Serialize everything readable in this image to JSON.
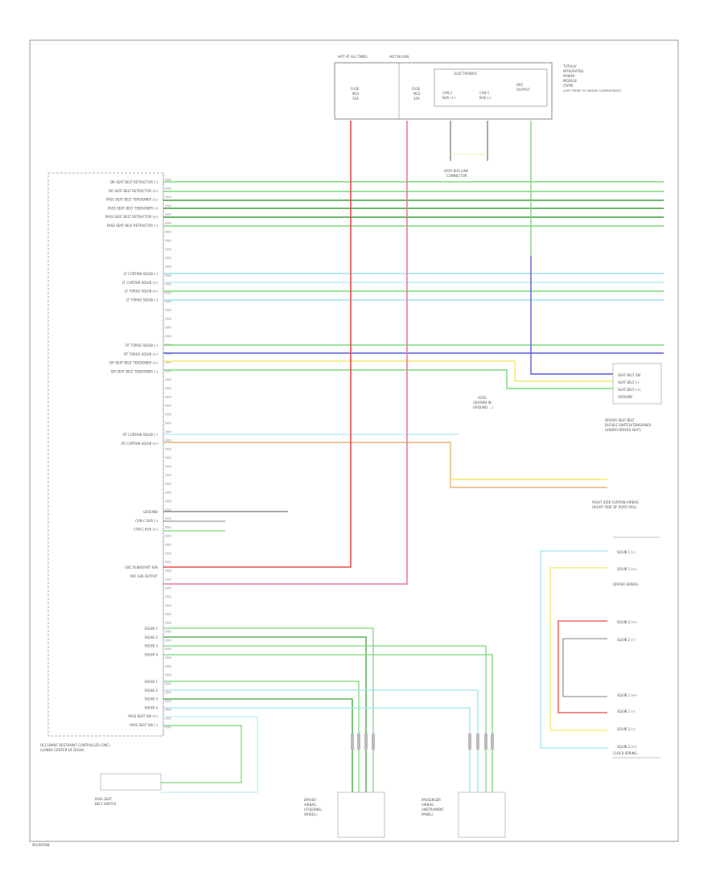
{
  "diagram": {
    "figure_id": "W100588",
    "top_module": {
      "label_lines": [
        "TOTALLY",
        "INTEGRATED",
        "POWER",
        "MODULE",
        "(TIPM)",
        "(LEFT FRONT OF ENGINE COMPARTMENT)"
      ],
      "hot_labels": [
        "HOT AT ALL TIMES",
        "HOT IN RUN"
      ],
      "electronics": "ELECTRONICS",
      "fuse_left": [
        "FUSE",
        "M21",
        "10A"
      ],
      "fuse_right": [
        "FUSE",
        "M12",
        "10A"
      ],
      "sub_left": [
        "CAN C",
        "BUS (+)"
      ],
      "sub_mid": [
        "CAN C",
        "BUS (-)"
      ],
      "sub_right": [
        "ORC",
        "OUTPUT"
      ],
      "connector_note": [
        "DATA BUS LINK",
        "CONNECTOR"
      ]
    },
    "orc": {
      "label_lines": [
        "OCCUPANT RESTRAINT CONTROLLER (ORC)",
        "(LOWER CENTER OF DASH)"
      ],
      "pin_groups": [
        [
          "DR SEAT BELT RETRACTOR (-)",
          "DR SEAT BELT RETRACTOR (+)",
          "PASS SEAT BELT TENSIONER (+)",
          "PASS SEAT BELT TENSIONER (-)",
          "PASS SEAT BELT RETRACTOR (+)",
          "PASS SEAT BELT RETRACTOR (-)"
        ],
        [
          "LT CURTAIN SQUIB (-)",
          "LT CURTAIN SQUIB (+)",
          "LT TORSO SQUIB (+)",
          "LT TORSO SQUIB (-)"
        ],
        [
          "RT TORSO SQUIB (-)",
          "RT TORSO SQUIB (+)",
          "DR SEAT BELT TENSIONER (+)",
          "DR SEAT BELT TENSIONER (-)"
        ],
        [
          "RT CURTAIN SQUIB (-)",
          "RT CURTAIN SQUIB (+)"
        ],
        [
          "GROUND",
          "CAN C BUS (-)",
          "CAN C BUS (+)"
        ],
        [
          "ORC RUN/START IGN",
          "ORC IGN OUTPUT"
        ],
        [
          "SQUIB 1",
          "SQUIB 2",
          "SQUIB 3",
          "SQUIB 4"
        ],
        [
          "SQUIB 1",
          "SQUIB 2",
          "SQUIB 3",
          "SQUIB 4",
          "PASS SEAT SW (+)",
          "PASS SEAT SW (-)"
        ]
      ]
    },
    "right_labels": {
      "seat_belt_switch": [
        "DRIVER SEAT BELT",
        "BUCKLE SWITCH/TENSIONER",
        "(UNDER DRIVER SEAT)"
      ],
      "seat_belt_pins": [
        "SEAT BELT SW",
        "SEAT BELT (-)",
        "SEAT BELT (+)",
        "GROUND"
      ],
      "ground_note": [
        "G200",
        "(SHOWN IN",
        "GROUND ...)"
      ],
      "curtain_airbag": [
        "RIGHT SIDE CURTAIN AIRBAG",
        "(RIGHT SIDE OF ROOF RAIL)"
      ],
      "clock_spring": "CLOCK SPRING",
      "driver_airbag": "DRIVER AIRBAG",
      "squib_lines": [
        "SQUIB 1 (-)",
        "SQUIB 1 (+)",
        "SQUIB 2 (+)",
        "SQUIB 2 (-)",
        "SQUIB 1 (+)",
        "SQUIB 1 (-)",
        "SQUIB 2 (-)",
        "SQUIB 2 (+)"
      ]
    },
    "bottom_labels": {
      "pass_seat": [
        "PASS SEAT",
        "BELT SWITCH"
      ],
      "left_module": [
        "DRIVER",
        "AIRBAG",
        "(STEERING",
        "WHEEL)"
      ],
      "right_module": [
        "PASSENGER",
        "AIRBAG",
        "(INSTRUMENT",
        "PANEL)"
      ]
    },
    "colors": {
      "lt_green_white": "#7cd87c",
      "lt_green_dk_green": "#3ca23c",
      "lt_blue": "#9fe3ef",
      "lt_blue_white": "#b9eef6",
      "dk_blue": "#5a5ad8",
      "red": "#e34b4b",
      "pink": "#e97b9a",
      "yellow": "#f3e86a",
      "orange": "#e8b37a",
      "black": "#555555"
    }
  }
}
